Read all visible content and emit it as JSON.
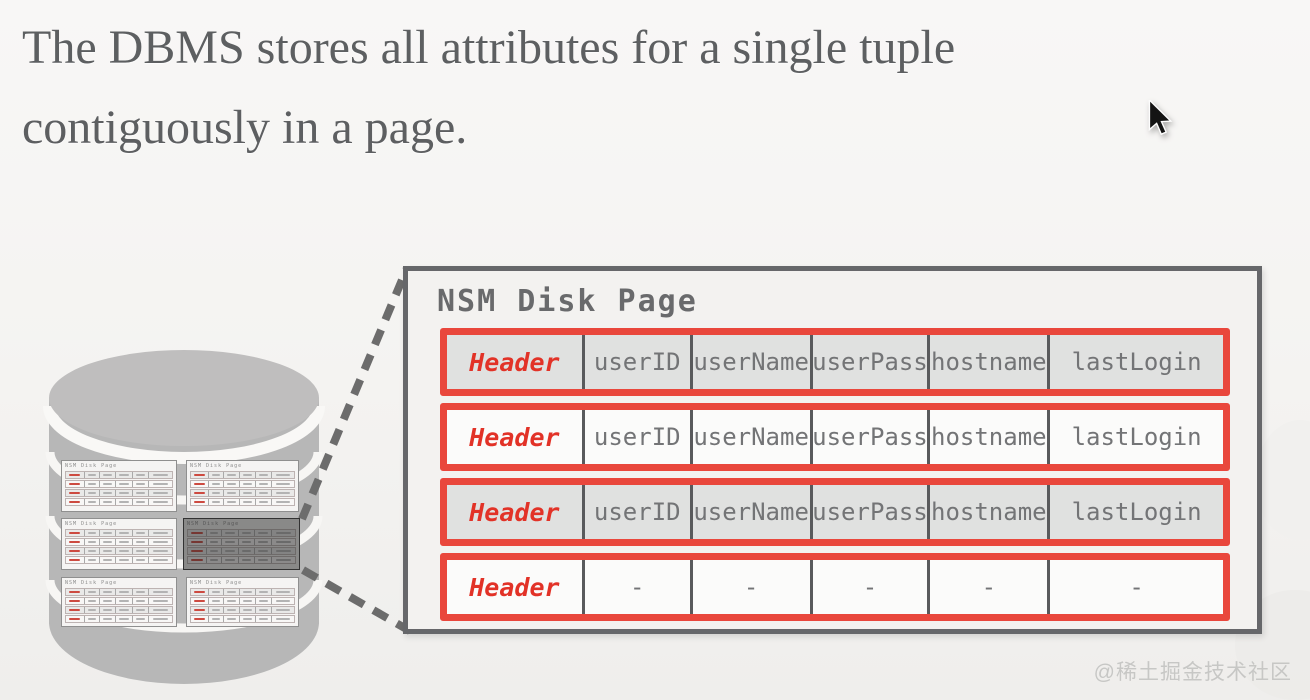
{
  "title": {
    "line1": "The DBMS stores all attributes for a single tuple",
    "line2": "contiguously in a page."
  },
  "diagram": {
    "page_box": {
      "title": "NSM Disk Page",
      "rows": [
        {
          "header": "Header",
          "cells": [
            "userID",
            "userName",
            "userPass",
            "hostname",
            "lastLogin"
          ],
          "shade": "gray"
        },
        {
          "header": "Header",
          "cells": [
            "userID",
            "userName",
            "userPass",
            "hostname",
            "lastLogin"
          ],
          "shade": "white"
        },
        {
          "header": "Header",
          "cells": [
            "userID",
            "userName",
            "userPass",
            "hostname",
            "lastLogin"
          ],
          "shade": "gray"
        },
        {
          "header": "Header",
          "cells": [
            "-",
            "-",
            "-",
            "-",
            "-"
          ],
          "shade": "white"
        }
      ]
    },
    "disk": {
      "mini_page_title": "NSM Disk Page",
      "pages_count": 6,
      "highlighted_index": 3,
      "mini_page_rows": 4,
      "mini_page_cols": 6
    }
  },
  "cursor": "arrow-cursor",
  "watermark": "@稀土掘金技术社区",
  "colors": {
    "accent_red": "#e9473c",
    "header_text_red": "#e23227",
    "box_border_gray": "#66676a",
    "cell_divider_gray": "#595a5c",
    "cell_gray": "#e0e1e0",
    "cell_white": "#fbfbfa",
    "cylinder_gray": "#b7b7b7",
    "dash_gray": "#6c6c6c",
    "title_gray": "#5d5f61"
  }
}
